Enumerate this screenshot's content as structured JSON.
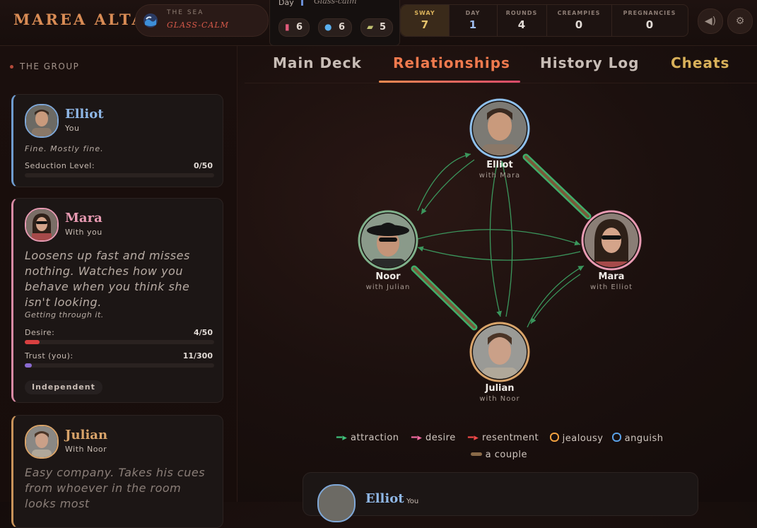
{
  "brand": "MAREA ALTA",
  "sea": {
    "label": "THE SEA",
    "value": "GLASS-CALM"
  },
  "day_box": {
    "label": "Day",
    "value": "Glass-calm"
  },
  "chips": [
    {
      "icon": "soda-can-icon",
      "value": "6"
    },
    {
      "icon": "water-drop-icon",
      "value": "6"
    },
    {
      "icon": "bottle-icon",
      "value": "5"
    }
  ],
  "stats": [
    {
      "label": "SWAY",
      "value": "7"
    },
    {
      "label": "DAY",
      "value": "1"
    },
    {
      "label": "ROUNDS",
      "value": "4"
    },
    {
      "label": "CREAMPIES",
      "value": "0"
    },
    {
      "label": "PREGNANCIES",
      "value": "0"
    }
  ],
  "sidebar": {
    "title": "THE GROUP",
    "cards": [
      {
        "name": "Elliot",
        "sub": "You",
        "color": "#8fb7e6",
        "desc": "Fine. Mostly fine.",
        "bars": [
          {
            "label": "Seduction Level:",
            "value": "0/50",
            "fraction": 0
          }
        ]
      },
      {
        "name": "Mara",
        "sub": "With you",
        "color": "#e79ab2",
        "desc": "Loosens up fast and misses nothing. Watches how you behave when you think she isn't looking.",
        "status": "Getting through it.",
        "bars": [
          {
            "label": "Desire:",
            "value": "4/50",
            "fraction": 0.08
          },
          {
            "label": "Trust (you):",
            "value": "11/300",
            "fraction": 0.037
          }
        ],
        "badge": "Independent"
      },
      {
        "name": "Julian",
        "sub": "With Noor",
        "color": "#d9a46a",
        "desc": "Easy company. Takes his cues from whoever in the room looks most"
      }
    ]
  },
  "tabs": [
    "Main Deck",
    "Relationships",
    "History Log",
    "Cheats"
  ],
  "graph": {
    "nodes": [
      {
        "name": "Elliot",
        "sub": "with Mara"
      },
      {
        "name": "Noor",
        "sub": "with Julian"
      },
      {
        "name": "Mara",
        "sub": "with Elliot"
      },
      {
        "name": "Julian",
        "sub": "with Noor"
      }
    ],
    "edge_colors": {
      "attraction": "#3fae6a",
      "couple": "#7a5a3a"
    }
  },
  "legend": [
    "attraction",
    "desire",
    "resentment",
    "jealousy",
    "anguish",
    "a couple"
  ],
  "legend_colors": {
    "attraction": "#3fc07a",
    "desire": "#f06aa0",
    "resentment": "#f04848",
    "jealousy": "#f0a040",
    "anguish": "#5aa0e6",
    "couple": "#8a6a48"
  },
  "bottom_card": {
    "name": "Elliot",
    "sub": "You"
  }
}
